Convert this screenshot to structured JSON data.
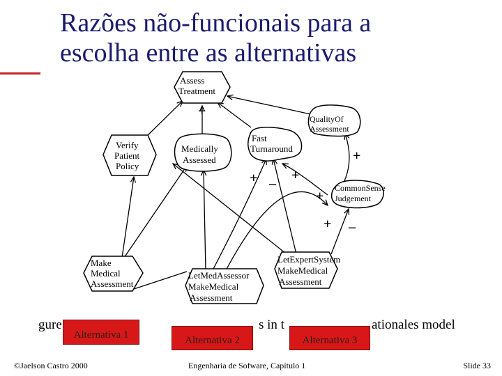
{
  "slide": {
    "title_line1": "Razões não-funcionais para a",
    "title_line2": "escolha entre as alternativas",
    "accent_color": "#c8202a",
    "title_color": "#1b1b6e"
  },
  "diagram": {
    "nodes": {
      "assess_treatment": [
        "Assess",
        "Treatment"
      ],
      "verify_patient_policy": [
        "Verify",
        "Patient",
        "Policy"
      ],
      "medically_assessed": [
        "Medically",
        "Assessed"
      ],
      "fast_turnaround": [
        "Fast",
        "Turnaround"
      ],
      "quality_of_assessment": [
        "QualityOf",
        "Assessment"
      ],
      "common_sense_judgement": [
        "CommonSense",
        "Judgement"
      ],
      "make_medical_assessment": [
        "Make",
        "Medical",
        "Assessment"
      ],
      "let_med_assessor": [
        "LetMedAssessor",
        "MakeMedical",
        "Assessment"
      ],
      "let_expert_system": [
        "LetExpertSystem",
        "MakeMedical",
        "Assessment"
      ]
    },
    "contributions": {
      "at_plus": "+",
      "ft_plus_1": "+",
      "ft_minus": "–",
      "ft_plus_2": "+",
      "qa_plus": "+",
      "cs_plus": "+",
      "es_plus": "+",
      "es_minus": "–"
    }
  },
  "caption": {
    "left_fragment": "gure",
    "mid_fragment": "s in t",
    "right_fragment": "ationales model"
  },
  "alternatives": {
    "alt1": "Alternativa 1",
    "alt2": "Alternativa 2",
    "alt3": "Alternativa 3",
    "box_color": "#d81818"
  },
  "footer": {
    "left": "©Jaelson Castro  2000",
    "center": "Engenharia de Sofware, Capítulo 1",
    "right": "Slide  33"
  }
}
